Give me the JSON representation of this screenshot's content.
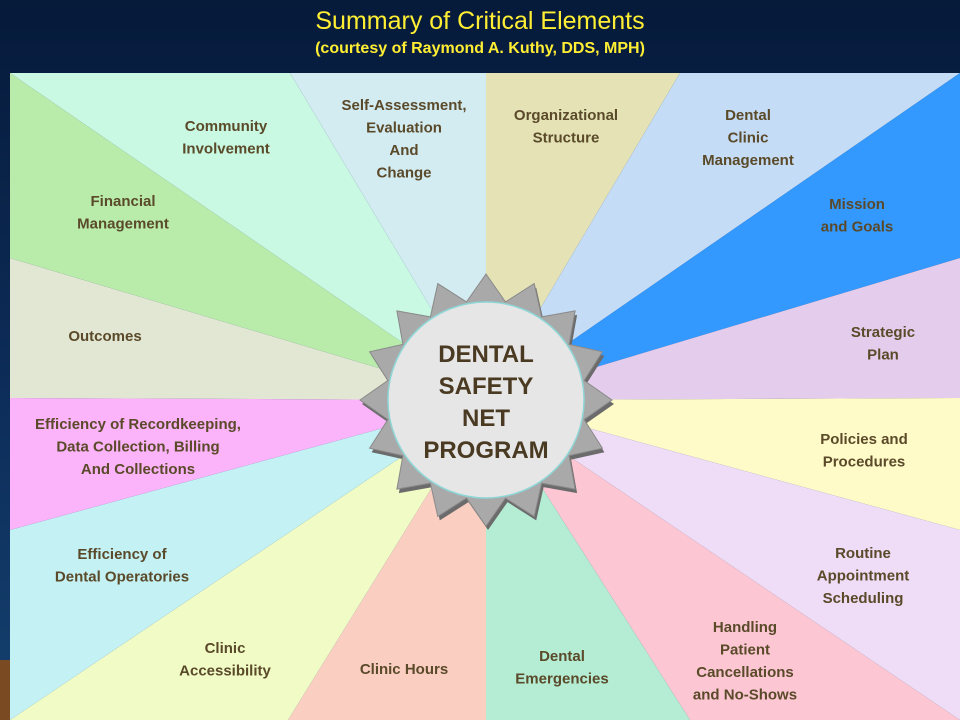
{
  "title": "Summary of Critical Elements",
  "subtitle": "(courtesy of Raymond A. Kuthy, DDS, MPH)",
  "center": {
    "lines": [
      "DENTAL",
      "SAFETY",
      "NET",
      "PROGRAM"
    ],
    "fill": "#e6e6e6",
    "star_color": "#a9a9a9"
  },
  "elements": [
    {
      "lines": [
        "Organizational",
        "Structure"
      ],
      "color": "#e5e3b6"
    },
    {
      "lines": [
        "Dental",
        "Clinic",
        "Management"
      ],
      "color": "#c5dcf6"
    },
    {
      "lines": [
        "Mission",
        "and Goals"
      ],
      "color": "#3399ff"
    },
    {
      "lines": [
        "Strategic",
        "Plan"
      ],
      "color": "#e4cdec"
    },
    {
      "lines": [
        "Policies and",
        "Procedures"
      ],
      "color": "#fffbc8"
    },
    {
      "lines": [
        "Routine",
        "Appointment",
        "Scheduling"
      ],
      "color": "#efdcf6"
    },
    {
      "lines": [
        "Handling",
        "Patient",
        "Cancellations",
        "and No-Shows"
      ],
      "color": "#fcc7d3"
    },
    {
      "lines": [
        "Dental",
        "Emergencies"
      ],
      "color": "#b4ecd4"
    },
    {
      "lines": [
        "Clinic Hours"
      ],
      "color": "#fbcec2"
    },
    {
      "lines": [
        "Clinic",
        "Accessibility"
      ],
      "color": "#f1fbc6"
    },
    {
      "lines": [
        "Efficiency of",
        "Dental Operatories"
      ],
      "color": "#c4f1f3"
    },
    {
      "lines": [
        "Efficiency of Recordkeeping,",
        "Data Collection, Billing",
        "And Collections"
      ],
      "color": "#fbb4f9"
    },
    {
      "lines": [
        "Outcomes"
      ],
      "color": "#e2e7d3"
    },
    {
      "lines": [
        "Financial",
        "Management"
      ],
      "color": "#b9ecab"
    },
    {
      "lines": [
        "Community",
        "Involvement"
      ],
      "color": "#c9f9e2"
    },
    {
      "lines": [
        "Self-Assessment,",
        "Evaluation",
        "And",
        "Change"
      ],
      "color": "#d3ecf2"
    }
  ]
}
